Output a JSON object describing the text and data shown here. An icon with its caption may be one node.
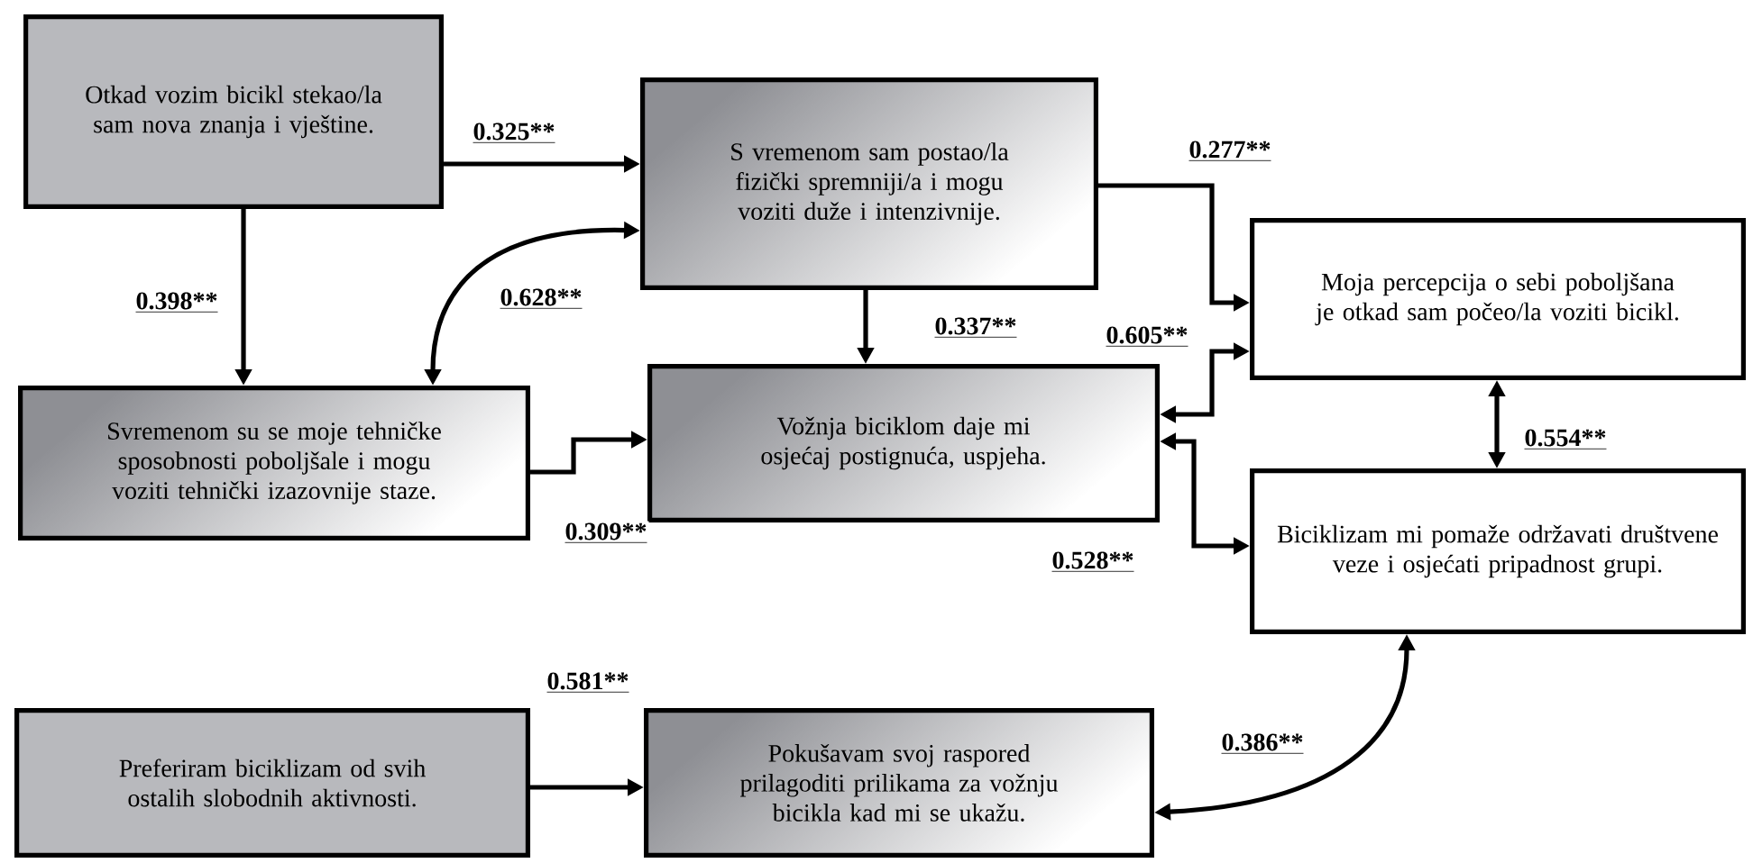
{
  "diagram": {
    "nodes": [
      {
        "text": [
          "Otkad vozim bicikl stekao/la sam nova znanja i vještine."
        ]
      },
      {
        "text": [
          "S vremenom sam postao/la fizički spremniji/a i mogu voziti duže i intenzivnije."
        ]
      },
      {
        "text": [
          "Moja percepcija o sebi poboljšana je otkad sam počeo/la voziti bicikl."
        ]
      },
      {
        "text": [
          "Svremenom su se moje tehničke sposobnosti poboljšale i mogu voziti tehnički izazovnije staze."
        ]
      },
      {
        "text": [
          "Vožnja biciklom daje mi osjećaj postignuća, uspjeha."
        ]
      },
      {
        "text": [
          "Biciklizam mi pomaže održavati društvene veze i osjećati pripadnost grupi."
        ]
      },
      {
        "text": [
          "Preferiram biciklizam od svih ostalih slobodnih aktivnosti."
        ]
      },
      {
        "text": [
          "Pokušavam svoj raspored prilagoditi prilikama za vožnju bicikla kad mi se ukažu."
        ]
      }
    ],
    "edges": [
      {
        "from": 0,
        "to": 1,
        "arrow": "to",
        "label": "0.325**"
      },
      {
        "from": 0,
        "to": 3,
        "arrow": "to",
        "label": "0.398**"
      },
      {
        "from": 1,
        "to": 3,
        "arrow": "both",
        "label": "0.628**"
      },
      {
        "from": 1,
        "to": 4,
        "arrow": "to",
        "label": "0.337**"
      },
      {
        "from": 1,
        "to": 2,
        "arrow": "to",
        "label": "0.277**"
      },
      {
        "from": 3,
        "to": 4,
        "arrow": "to",
        "label": "0.309**"
      },
      {
        "from": 2,
        "to": 4,
        "arrow": "both",
        "label": "0.605**"
      },
      {
        "from": 4,
        "to": 5,
        "arrow": "both",
        "label": "0.528**"
      },
      {
        "from": 2,
        "to": 5,
        "arrow": "both",
        "label": "0.554**"
      },
      {
        "from": 6,
        "to": 7,
        "arrow": "to",
        "label": "0.581**"
      },
      {
        "from": 7,
        "to": 5,
        "arrow": "both",
        "label": "0.386**"
      }
    ]
  }
}
